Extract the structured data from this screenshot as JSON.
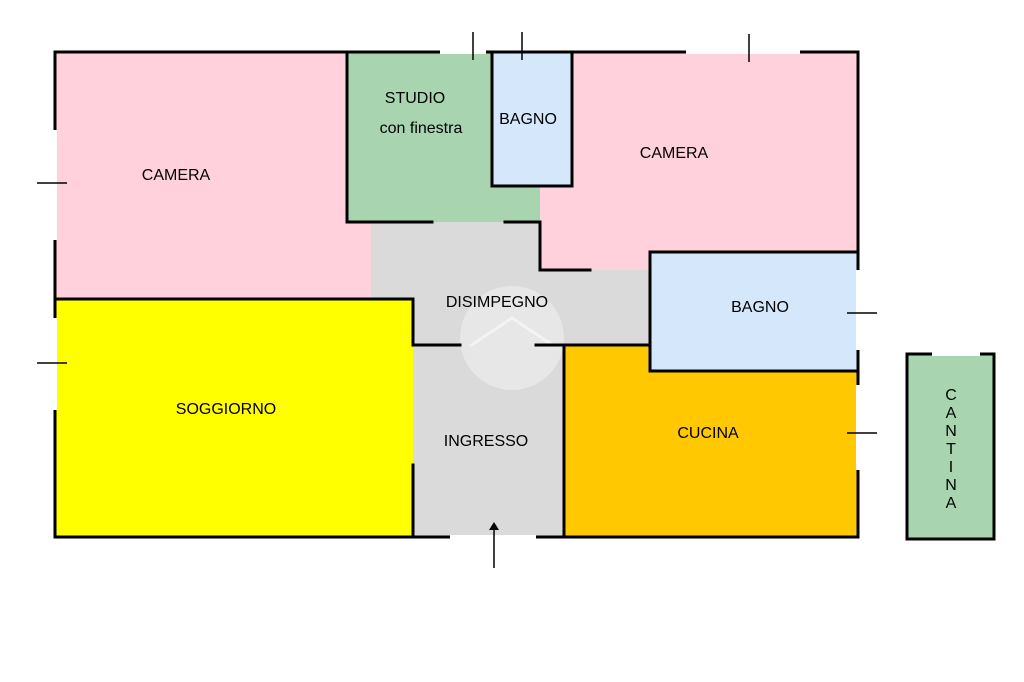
{
  "colors": {
    "camera": "#ffd1dc",
    "studio": "#a8d5b0",
    "bagno": "#d5e8fb",
    "disimpegno": "#dadada",
    "soggiorno": "#ffff00",
    "cucina": "#ffc800",
    "cantina": "#a8d5b0"
  },
  "rooms": {
    "camera_left": "CAMERA",
    "studio_line1": "STUDIO",
    "studio_line2": "con finestra",
    "bagno_top": "BAGNO",
    "camera_right": "CAMERA",
    "disimpegno": "DISIMPEGNO",
    "bagno_right": "BAGNO",
    "soggiorno": "SOGGIORNO",
    "ingresso": "INGRESSO",
    "cucina": "CUCINA",
    "cantina_letters": [
      "C",
      "A",
      "N",
      "T",
      "I",
      "N",
      "A"
    ]
  }
}
